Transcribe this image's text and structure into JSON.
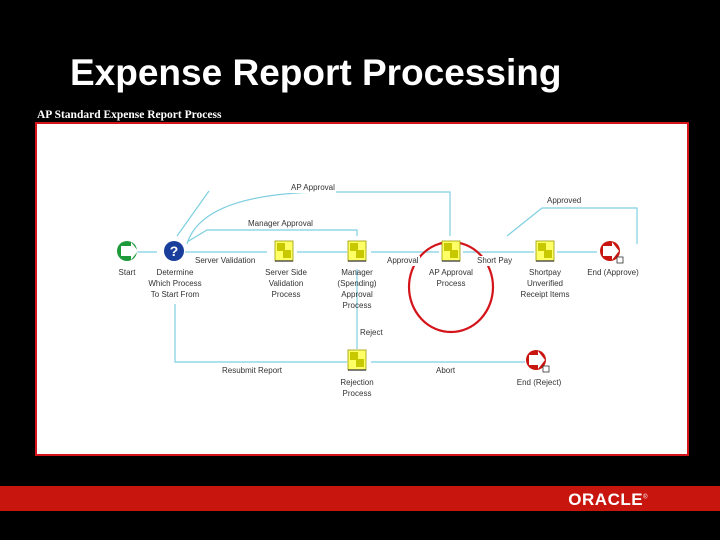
{
  "slide": {
    "title": "Expense Report Processing",
    "subtitle": "AP Standard Expense Report Process"
  },
  "diagram": {
    "nodes": [
      {
        "id": "start",
        "icon": "start-arrow-icon",
        "label": "Start"
      },
      {
        "id": "determine",
        "icon": "question-icon",
        "label": "Determine\nWhich Process\nTo Start From"
      },
      {
        "id": "server_validation",
        "icon": "process-icon",
        "label": "Server Side\nValidation\nProcess"
      },
      {
        "id": "manager_approval",
        "icon": "process-icon",
        "label": "Manager\n(Spending)\nApproval\nProcess"
      },
      {
        "id": "ap_approval",
        "icon": "process-icon",
        "label": "AP Approval\nProcess"
      },
      {
        "id": "shortpay",
        "icon": "process-icon",
        "label": "Shortpay\nUnverified\nReceipt Items"
      },
      {
        "id": "end_approve",
        "icon": "end-icon",
        "label": "End (Approve)"
      },
      {
        "id": "rejection",
        "icon": "process-icon",
        "label": "Rejection\nProcess"
      },
      {
        "id": "end_reject",
        "icon": "end-icon",
        "label": "End (Reject)"
      }
    ],
    "edge_labels": {
      "ap_approval_top": "AP Approval",
      "approved": "Approved",
      "manager_approval": "Manager Approval",
      "server_validation": "Server Validation",
      "approval": "Approval",
      "shortpay": "Short Pay",
      "reject": "Reject",
      "resubmit": "Resubmit Report",
      "abort": "Abort"
    },
    "highlight": {
      "target": "ap_approval",
      "color": "#d4141b"
    },
    "colors": {
      "edge": "#7ecfe0",
      "process_icon": "#c8c800",
      "start_icon": "#1f9a3a",
      "question_icon": "#1a3e9c",
      "end_icon": "#c8160f"
    }
  },
  "footer": {
    "brand": "ORACLE",
    "trademark": "®",
    "color": "#c8160f"
  }
}
